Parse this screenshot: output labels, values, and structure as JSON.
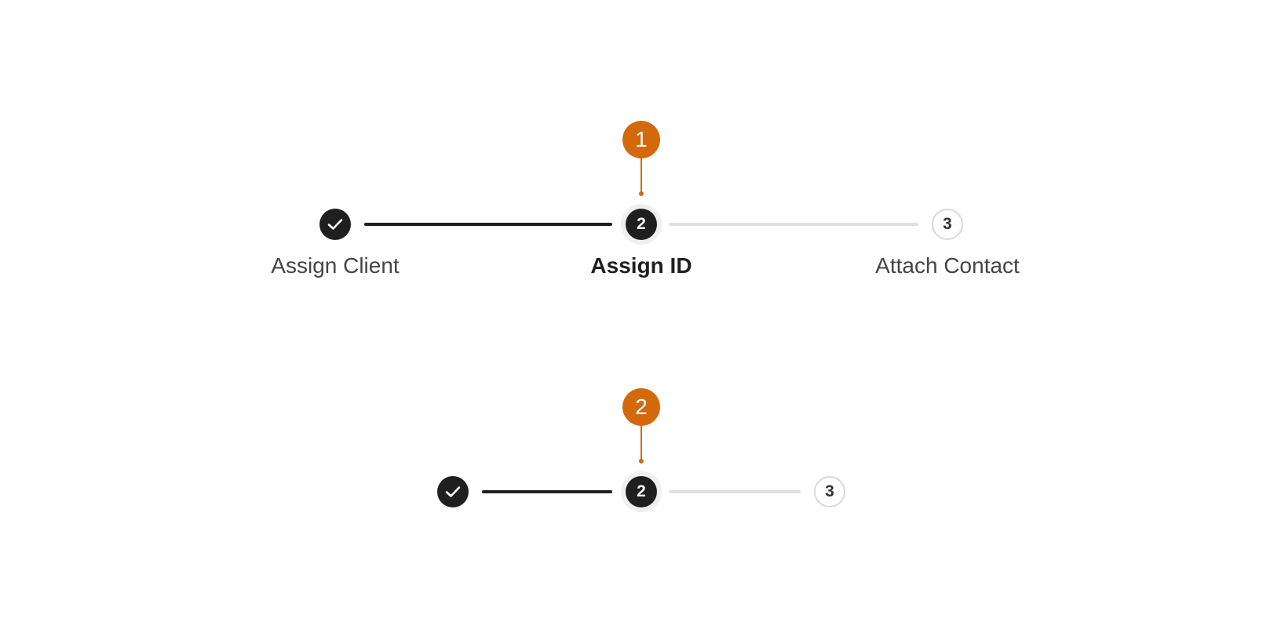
{
  "colors": {
    "accent": "#D4690C",
    "dark": "#1F1F1F",
    "line_done": "#1F1F1F",
    "line_todo": "#E0E0E0",
    "halo": "#EFEFEF"
  },
  "stepper_with_labels": {
    "annotation": "1",
    "steps": [
      {
        "state": "completed",
        "icon": "check-icon",
        "number": "",
        "label": "Assign Client"
      },
      {
        "state": "current",
        "number": "2",
        "label": "Assign ID"
      },
      {
        "state": "upcoming",
        "number": "3",
        "label": "Attach Contact"
      }
    ]
  },
  "stepper_compact": {
    "annotation": "2",
    "steps": [
      {
        "state": "completed",
        "icon": "check-icon",
        "number": ""
      },
      {
        "state": "current",
        "number": "2"
      },
      {
        "state": "upcoming",
        "number": "3"
      }
    ]
  }
}
